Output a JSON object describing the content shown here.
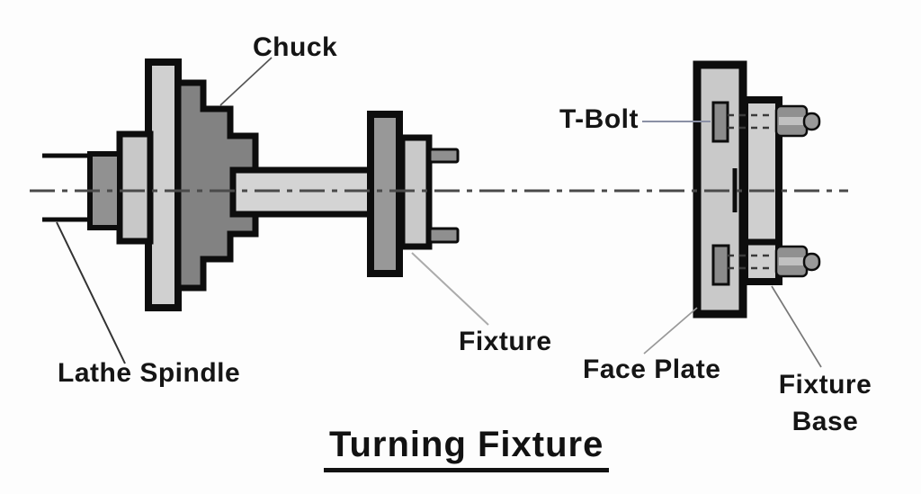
{
  "diagram": {
    "title": "Turning Fixture",
    "labels": {
      "chuck": "Chuck",
      "t_bolt": "T-Bolt",
      "lathe_spindle": "Lathe Spindle",
      "fixture": "Fixture",
      "face_plate": "Face Plate",
      "fixture_base": "Fixture Base"
    },
    "colors": {
      "outline": "#0d0d0d",
      "dark_gray_part": "#828282",
      "medium_gray_part": "#969696",
      "light_gray_part": "#cdcdcd",
      "shaft_gray": "#d4d4d4",
      "bolt_gray": "#909090",
      "centerline": "#4a4a4a",
      "background": "#fdfdfd"
    }
  }
}
